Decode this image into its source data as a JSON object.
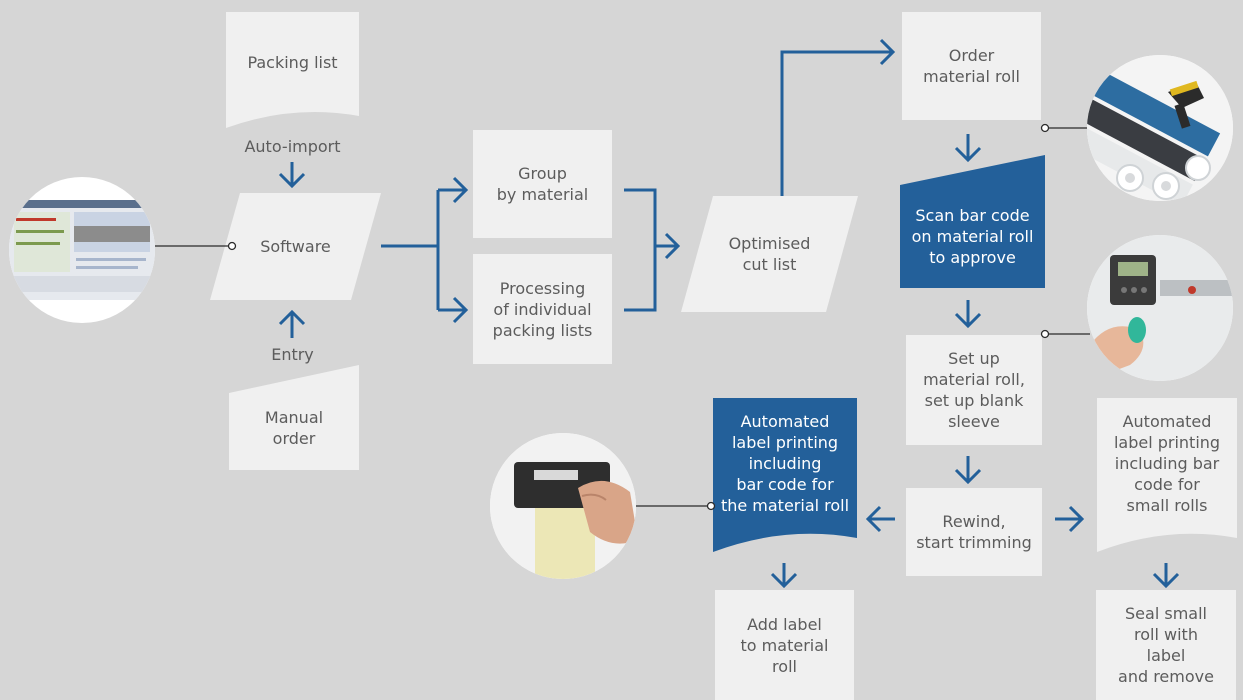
{
  "colors": {
    "background": "#d6d6d6",
    "box_fill": "#f0f0f0",
    "accent_blue": "#23609a",
    "text_gray": "#5c5c5c",
    "text_white": "#ffffff"
  },
  "nodes": {
    "packing_list": "Packing list",
    "software": "Software",
    "manual_order": "Manual\norder",
    "group_by_material": "Group\nby material",
    "processing_packing_lists": "Processing\nof individual\npacking lists",
    "optimised_cut_list": "Optimised\ncut list",
    "order_material_roll": "Order\nmaterial roll",
    "scan_bar_code": "Scan bar code\non material roll\nto approve",
    "set_up_material_roll": "Set up\nmaterial roll,\nset up blank\nsleeve",
    "rewind_start_trimming": "Rewind,\nstart trimming",
    "automated_label_material_roll": "Automated\nlabel printing\nincluding\nbar code for\nthe material roll",
    "automated_label_small_rolls": "Automated\nlabel printing\nincluding bar\ncode for\nsmall rolls",
    "add_label": "Add label\nto material\nroll",
    "seal_small_roll": "Seal small\nroll with\nlabel\nand remove"
  },
  "labels": {
    "auto_import": "Auto-import",
    "entry": "Entry"
  },
  "photos": [
    "software-screenshot-photo",
    "scanner-and-rolls-photo",
    "control-panel-photo",
    "label-printer-photo"
  ]
}
